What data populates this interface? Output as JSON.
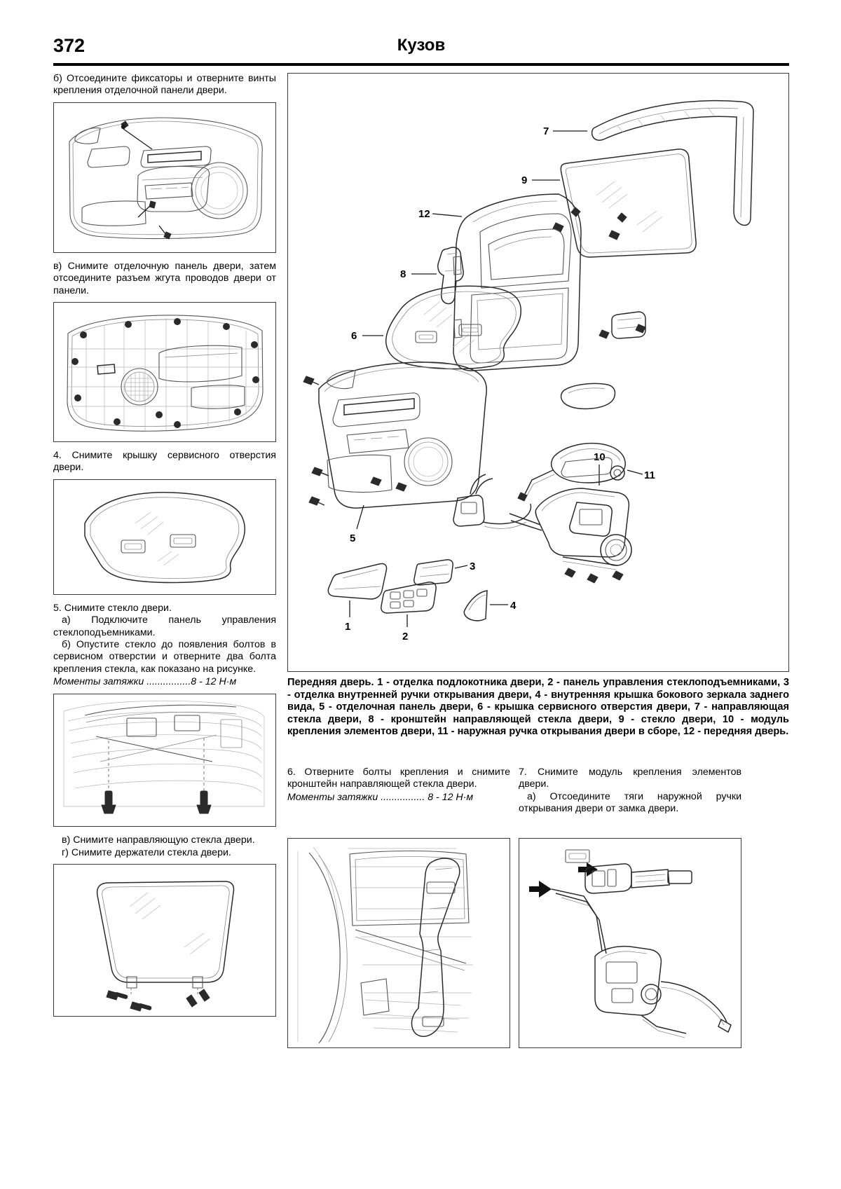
{
  "header": {
    "page_number": "372",
    "title": "Кузов"
  },
  "left_column": {
    "step_b": "б) Отсоедините фиксаторы и отверните винты крепления отделочной панели двери.",
    "step_v": "в) Снимите отделочную панель двери, затем отсоедините разъем жгута проводов двери от панели.",
    "step_4": "4. Снимите крышку сервисного отверстия двери.",
    "step_5_title": "5. Снимите стекло двери.",
    "step_5_a": "а) Подключите панель управления стеклоподъемниками.",
    "step_5_b": "б) Опустите стекло до появления болтов в сервисном отверстии и отверните два болта крепления стекла, как показано на рисунке.",
    "torque_1": "Моменты затяжки ................8 - 12 Н·м",
    "step_5_v": "в) Снимите направляющую стекла двери.",
    "step_5_g": "г) Снимите держатели стекла двери."
  },
  "caption": "Передняя дверь. 1 - отделка подлокотника двери, 2 - панель управления стеклоподъемниками, 3 - отделка внутренней ручки открывания двери, 4 - внутренняя крышка бокового зеркала заднего вида, 5 - отделочная панель двери, 6 - крышка сервисного отверстия двери, 7 - направляющая стекла двери, 8 - кронштейн направляющей стекла двери, 9 - стекло двери, 10 - модуль крепления элементов двери, 11 - наружная ручка открывания двери в сборе, 12 - передняя дверь.",
  "bottom_left": {
    "step_6": "6. Отверните болты крепления и снимите кронштейн направляющей стекла двери.",
    "torque_2": "Моменты затяжки ................ 8 - 12 Н·м"
  },
  "bottom_right": {
    "step_7": "7. Снимите модуль крепления элементов двери.",
    "step_7_a": "а) Отсоедините тяги наружной ручки открывания двери от замка двери."
  },
  "diagram_labels": {
    "n1": "1",
    "n2": "2",
    "n3": "3",
    "n4": "4",
    "n5": "5",
    "n6": "6",
    "n7": "7",
    "n8": "8",
    "n9": "9",
    "n10": "10",
    "n11": "11",
    "n12": "12"
  },
  "colors": {
    "rule": "#000000",
    "frame": "#3a3a3a",
    "line": "#555555",
    "faint": "#b6b6b6"
  }
}
